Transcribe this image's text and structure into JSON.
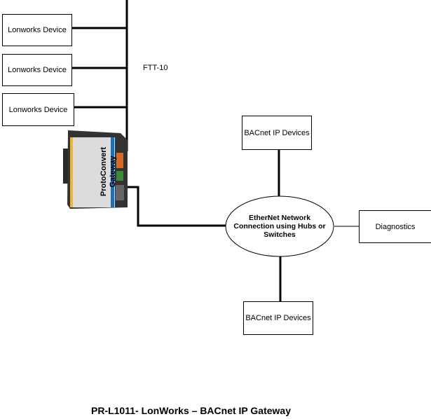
{
  "lonworks_devices": [
    "Lonworks Device",
    "Lonworks Device",
    "Lonworks Device"
  ],
  "bus_label": "FTT-10",
  "gateway": {
    "line1": "ProtoConvert",
    "line2": "Gateway"
  },
  "network": {
    "line1": "EtherNet Network",
    "line2": "Connection using Hubs or",
    "line3": "Switches"
  },
  "bacnet_top": "BACnet IP Devices",
  "bacnet_bottom": "BACnet IP Devices",
  "diagnostics": "Diagnostics",
  "title": "PR-L1011- LonWorks – BACnet IP Gateway"
}
